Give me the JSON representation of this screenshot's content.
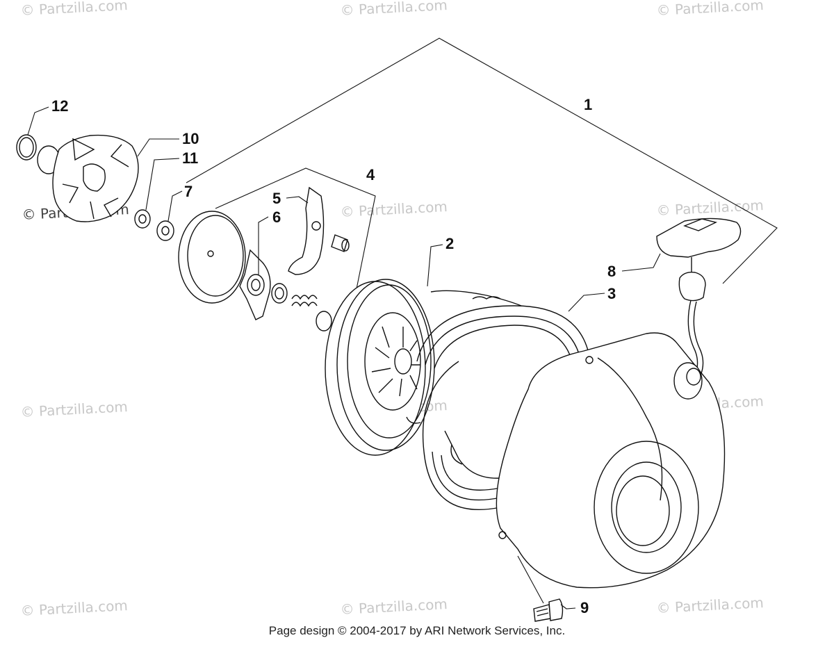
{
  "watermark": {
    "text": "© Partzilla.com"
  },
  "callouts": {
    "c1": "1",
    "c2": "2",
    "c3": "3",
    "c4": "4",
    "c5": "5",
    "c6": "6",
    "c7": "7",
    "c8": "8",
    "c9": "9",
    "c10": "10",
    "c11": "11",
    "c12": "12"
  },
  "footer": {
    "text": "Page design © 2004-2017 by ARI Network Services, Inc."
  }
}
